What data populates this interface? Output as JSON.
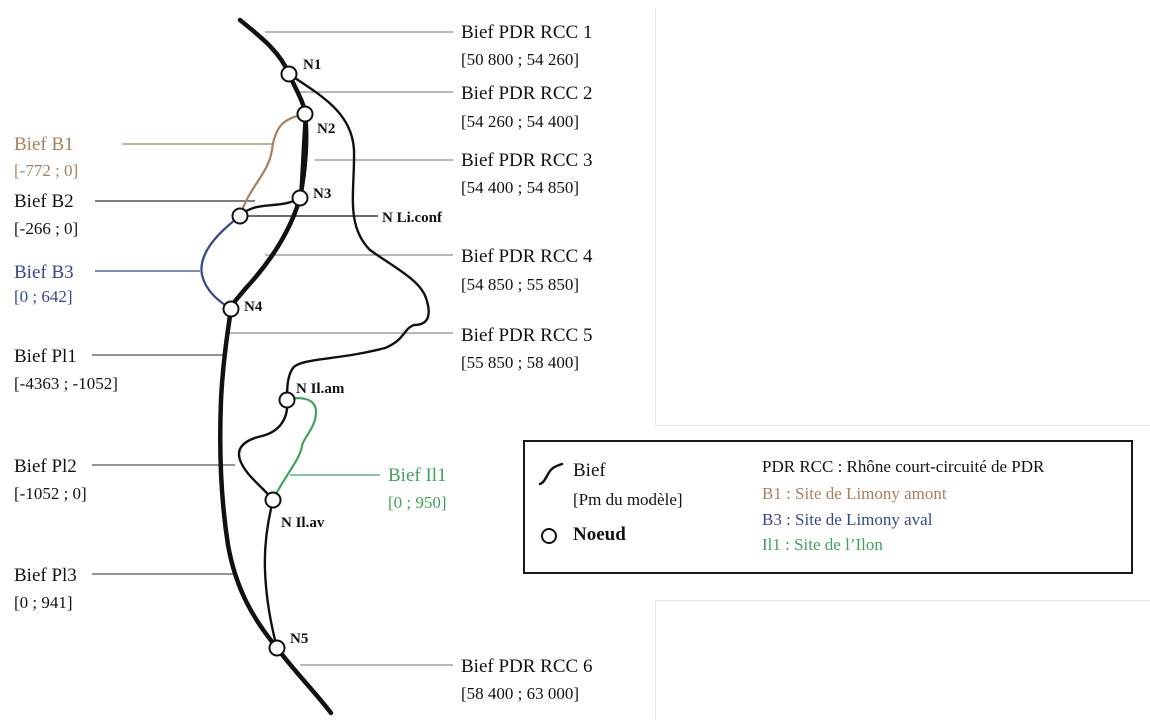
{
  "colors": {
    "main": "#111111",
    "b1": "#a9805a",
    "b3": "#34478c",
    "il1": "#3fa35a",
    "leader": "#8c8c8c"
  },
  "rcc_labels": [
    {
      "name": "Bief PDR RCC 1",
      "range": "[50 800 ; 54 260]"
    },
    {
      "name": "Bief PDR RCC 2",
      "range": "[54 260 ; 54 400]"
    },
    {
      "name": "Bief PDR RCC 3",
      "range": "[54 400 ; 54 850]"
    },
    {
      "name": "Bief PDR RCC 4",
      "range": "[54 850 ; 55 850]"
    },
    {
      "name": "Bief PDR RCC 5",
      "range": "[55 850 ; 58 400]"
    },
    {
      "name": "Bief PDR RCC 6",
      "range": "[58 400 ; 63 000]"
    }
  ],
  "left_labels": [
    {
      "name": "Bief B1",
      "range": "[-772 ; 0]",
      "color": "#a9805a"
    },
    {
      "name": "Bief B2",
      "range": "[-266 ; 0]",
      "color": "#111111"
    },
    {
      "name": "Bief B3",
      "range": "[0 ; 642]",
      "color": "#34478c"
    },
    {
      "name": "Bief Pl1",
      "range": "[-4363 ; -1052]",
      "color": "#111111"
    },
    {
      "name": "Bief Pl2",
      "range": "[-1052 ; 0]",
      "color": "#111111"
    },
    {
      "name": "Bief Pl3",
      "range": "[0 ; 941]",
      "color": "#111111"
    }
  ],
  "il1_label": {
    "name": "Bief Il1",
    "range": "[0 ; 950]"
  },
  "nodes": [
    "N1",
    "N2",
    "N3",
    "N Li.conf",
    "N4",
    "N Il.am",
    "N Il.av",
    "N5"
  ],
  "legend": {
    "bief_label": "Bief",
    "bief_sub": "[Pm du modèle]",
    "node_label": "Noeud",
    "entries": [
      {
        "text": "PDR RCC : Rhône court-circuité de PDR",
        "color": "#111111"
      },
      {
        "text": "B1 : Site de Limony amont",
        "color": "#a9805a"
      },
      {
        "text": "B3 : Site de Limony aval",
        "color": "#34478c"
      },
      {
        "text": "Il1 : Site de l’Ilon",
        "color": "#3fa35a"
      }
    ]
  }
}
